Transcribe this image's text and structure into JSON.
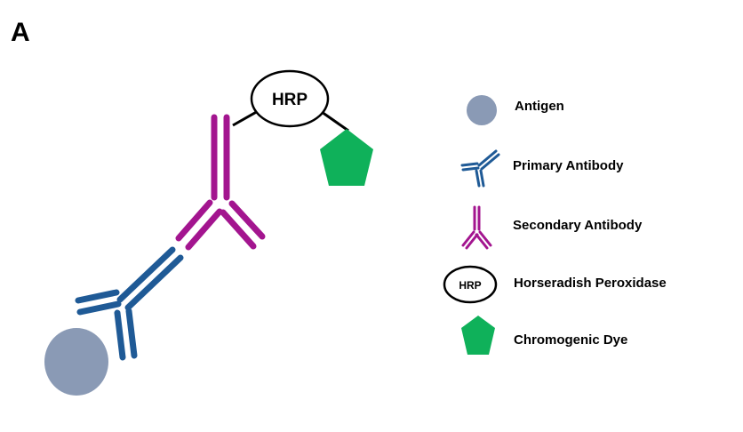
{
  "panel_label": "A",
  "enzyme_label": "HRP",
  "legend": {
    "antigen": "Antigen",
    "primary_antibody": "Primary Antibody",
    "secondary_antibody": "Secondary Antibody",
    "hrp_icon_text": "HRP",
    "hrp": "Horseradish Peroxidase",
    "dye": "Chromogenic Dye"
  },
  "colors": {
    "antigen": "#8A9AB5",
    "primary_antibody": "#1F5A96",
    "secondary_antibody": "#A3158F",
    "dye": "#0FB15A",
    "outline": "#000000"
  }
}
